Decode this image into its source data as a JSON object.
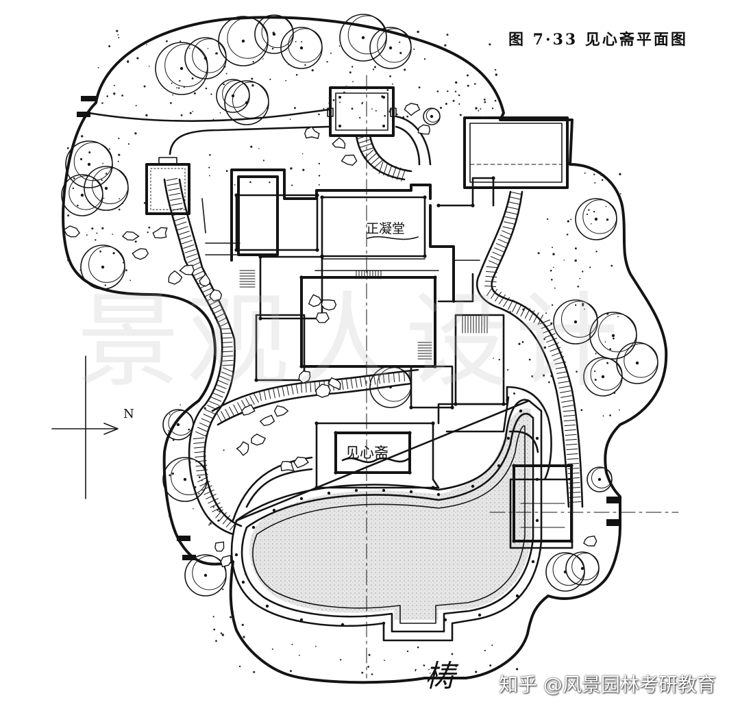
{
  "figure": {
    "title": "图 7·33 见心斋平面图"
  },
  "labels": {
    "north": "N",
    "hall": "正凝堂",
    "studio": "见心斋",
    "sign": "梼"
  },
  "watermark": {
    "text": "景观人设计"
  },
  "credit": {
    "text": "知乎 @风景园林考研教育"
  },
  "colors": {
    "ink": "#141414",
    "pond": "#d9d9d9",
    "watermark": "#b8b8b8"
  }
}
